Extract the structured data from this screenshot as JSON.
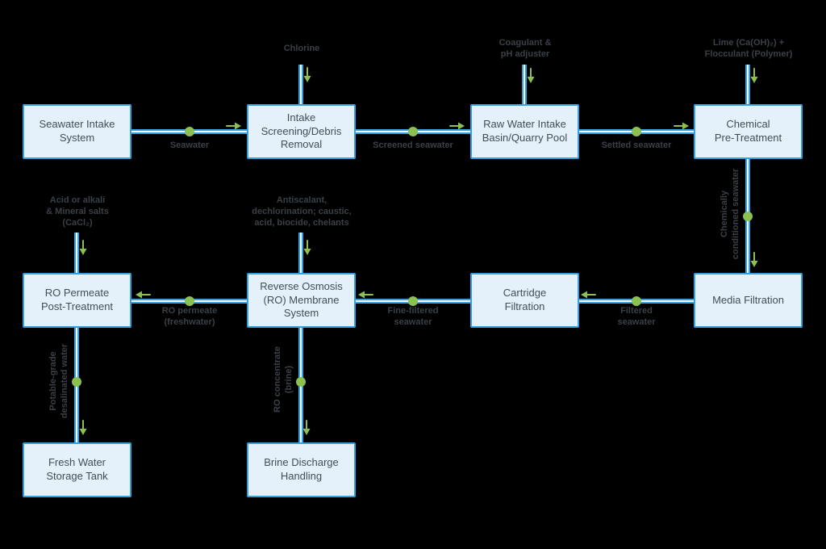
{
  "diagram": {
    "colors": {
      "background": "#000000",
      "line_blue": "#35a0dd",
      "node_fill": "#e4f1fb",
      "node_text": "#424d57",
      "label_text": "#3a4046",
      "marker_green": "#8cc152"
    },
    "nodes": [
      {
        "id": "seawater-intake",
        "label": "Seawater Intake\nSystem"
      },
      {
        "id": "intake-screening",
        "label": "Intake\nScreening/Debris\nRemoval"
      },
      {
        "id": "raw-water-basin",
        "label": "Raw Water Intake\nBasin/Quarry Pool"
      },
      {
        "id": "chemical-pretreatment",
        "label": "Chemical\nPre-Treatment"
      },
      {
        "id": "ro-permeate-post",
        "label": "RO Permeate\nPost-Treatment"
      },
      {
        "id": "ro-membrane-system",
        "label": "Reverse Osmosis\n(RO) Membrane\nSystem"
      },
      {
        "id": "cartridge-filtration",
        "label": "Cartridge\nFiltration"
      },
      {
        "id": "media-filtration",
        "label": "Media Filtration"
      },
      {
        "id": "fresh-water-tank",
        "label": "Fresh Water\nStorage Tank"
      },
      {
        "id": "brine-discharge",
        "label": "Brine Discharge\nHandling"
      }
    ],
    "chemical_inputs": [
      {
        "id": "chlorine",
        "label": "Chlorine"
      },
      {
        "id": "coagulant",
        "label": "Coagulant &\npH adjuster"
      },
      {
        "id": "lime",
        "label": "Lime (Ca(OH)₂) +\nFlocculant (Polymer)"
      },
      {
        "id": "acid-alkali",
        "label": "Acid or alkali\n& Mineral salts\n(CaCl₂)"
      },
      {
        "id": "antiscalant",
        "label": "Antiscalant,\ndechlorination; caustic,\nacid, biocide, chelants"
      }
    ],
    "flow_labels": [
      {
        "id": "seawater",
        "label": "Seawater"
      },
      {
        "id": "screened-seawater",
        "label": "Screened seawater"
      },
      {
        "id": "settled-seawater",
        "label": "Settled seawater"
      },
      {
        "id": "filtered-seawater",
        "label": "Filtered\nseawater"
      },
      {
        "id": "fine-filtered",
        "label": "Fine-filtered\nseawater"
      },
      {
        "id": "ro-permeate",
        "label": "RO permeate\n(freshwater)"
      }
    ],
    "vertical_flow_labels": [
      {
        "id": "chemically-conditioned",
        "label": "Chemically\nconditioned seawater"
      },
      {
        "id": "potable-grade",
        "label": "Potable-grade\ndesalinated water"
      },
      {
        "id": "ro-concentrate",
        "label": "RO concentrate\n(brine)"
      }
    ]
  }
}
